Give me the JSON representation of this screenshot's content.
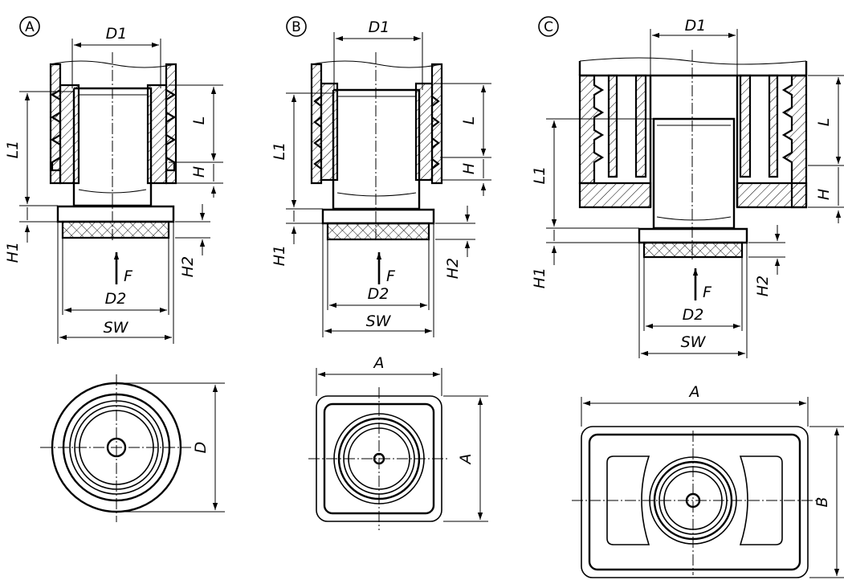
{
  "variants": [
    {
      "marker": "A",
      "labels": {
        "d1": "D1",
        "l": "L",
        "l1": "L1",
        "h": "H",
        "h1": "H1",
        "h2": "H2",
        "f": "F",
        "d2": "D2",
        "sw": "SW",
        "d": "D"
      }
    },
    {
      "marker": "B",
      "labels": {
        "d1": "D1",
        "l": "L",
        "l1": "L1",
        "h": "H",
        "h1": "H1",
        "h2": "H2",
        "f": "F",
        "d2": "D2",
        "sw": "SW",
        "a_top": "A",
        "a_side": "A"
      }
    },
    {
      "marker": "C",
      "labels": {
        "d1": "D1",
        "l": "L",
        "l1": "L1",
        "h": "H",
        "h1": "H1",
        "h2": "H2",
        "f": "F",
        "d2": "D2",
        "sw": "SW",
        "a_top": "A",
        "b": "B"
      }
    }
  ]
}
